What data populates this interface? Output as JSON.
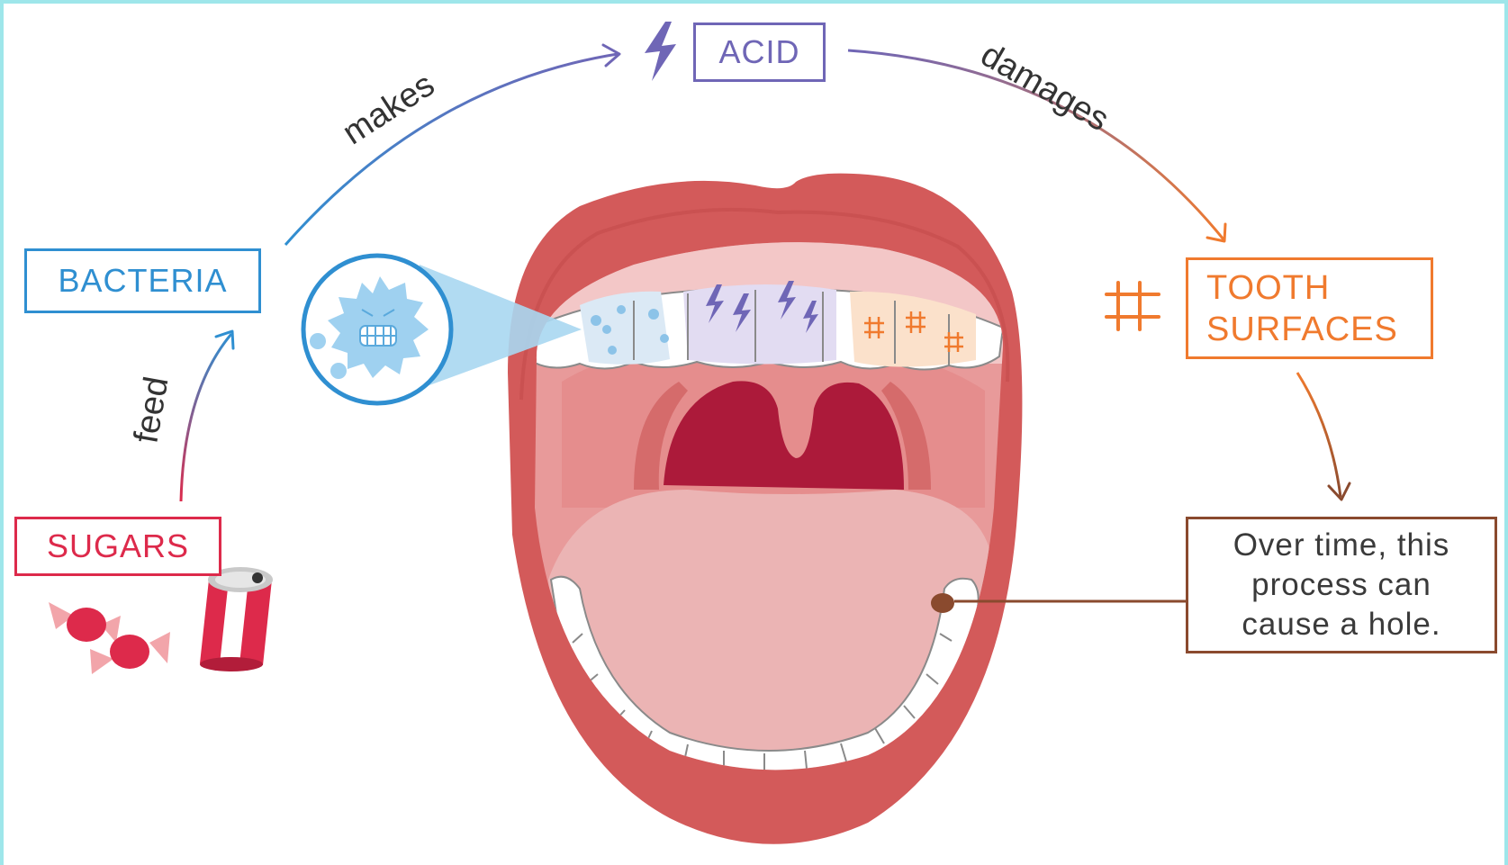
{
  "labels": {
    "bacteria": "BACTERIA",
    "acid": "ACID",
    "sugars": "SUGARS",
    "tooth_line1": "TOOTH",
    "tooth_line2": "SURFACES",
    "note_line1": "Over time, this",
    "note_line2": "process can",
    "note_line3": "cause a hole."
  },
  "arrows": {
    "feed": "feed",
    "makes": "makes",
    "damages": "damages"
  },
  "colors": {
    "sugars": "#dd2a4b",
    "bacteria": "#2f8fd1",
    "acid": "#6f66b6",
    "tooth": "#f07a2e",
    "cavity": "#8a4a2e",
    "border": "#9ee6ea",
    "lips": "#d35a5a"
  },
  "icons": [
    "lightning-icon",
    "hash-icon",
    "bacteria-icon",
    "candy-icon",
    "soda-can-icon",
    "cavity-icon"
  ]
}
